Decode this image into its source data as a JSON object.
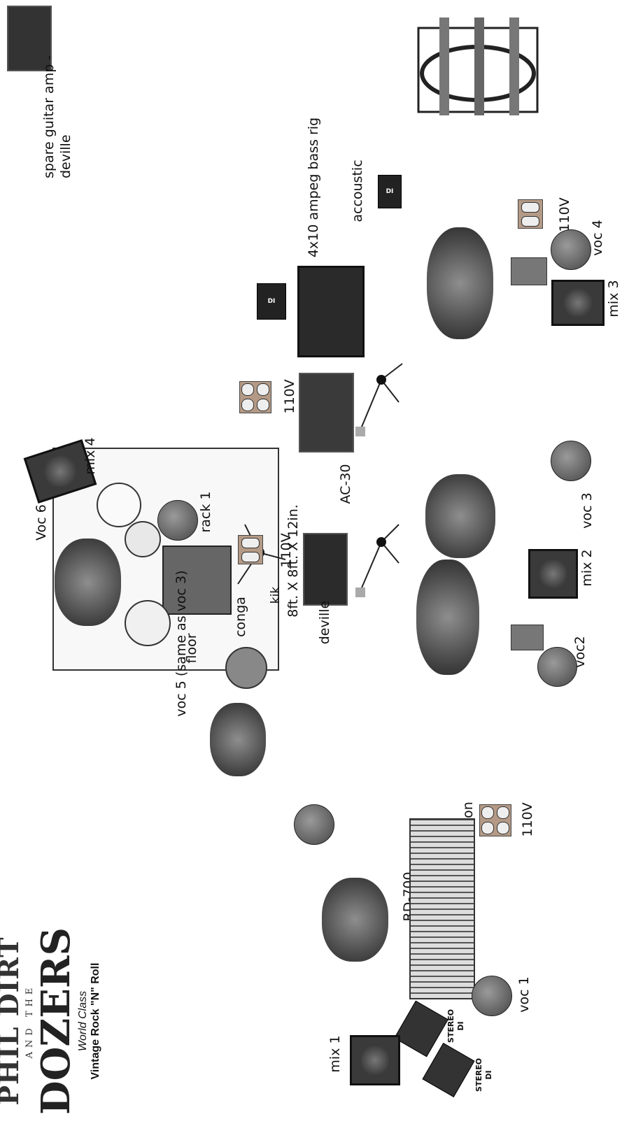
{
  "labels": {
    "spare_amp": "spare guitar amp -\ndeville",
    "bass_rig": "4x10 ampeg bass rig",
    "accoustic": "accoustic",
    "outlet_110v_a": "110V",
    "outlet_110v_b": "110V",
    "outlet_110v_c": "110V",
    "outlet_110v_d": "110V",
    "voc4": "voc 4",
    "mix3": "mix 3",
    "mix4": "mix 4",
    "voc6": "Voc 6",
    "rack1": "rack 1",
    "ac30": "AC-30",
    "voc3": "voc 3",
    "kik": "kik",
    "riser": "8ft. X 8ft. X 12in.",
    "floor": "floor",
    "voc5": "voc 5   (same as voc 3)",
    "conga": "conga",
    "deville": "deville",
    "mix2": "mix 2",
    "voc2": "voc2",
    "triton": "triton",
    "rd700": "RD-700",
    "voc1": "voc 1",
    "mix1": "mix 1",
    "stereo_di_1": "STEREO\nDI",
    "stereo_di_2": "STEREO\nDI",
    "di_1": "DI",
    "di_2": "DI"
  },
  "logo": {
    "line1": "PHIL DIRT",
    "line2": "AND THE",
    "line3": "DOZERS",
    "tag1": "World Class",
    "tag2": "Vintage Rock \"N\" Roll"
  }
}
